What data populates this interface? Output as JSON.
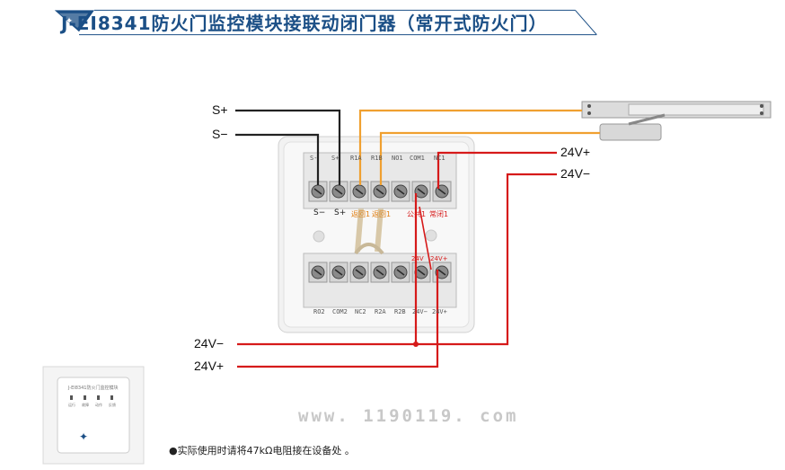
{
  "title": "J-EI8341防火门监控模块接联动闭门器（常开式防火门）",
  "wires": {
    "s_plus": "S+",
    "s_minus": "S−",
    "v24_plus_top": "24V+",
    "v24_minus_top": "24V−",
    "v24_minus_bottom": "24V−",
    "v24_plus_bottom": "24V+"
  },
  "top_terminals": {
    "silk": [
      "S-",
      "S+",
      "R1A",
      "R1B",
      "NO1",
      "COM1",
      "NC1"
    ],
    "labels": [
      "S−",
      "S+",
      "返回1",
      "返回1",
      "公共1",
      "常闭1"
    ]
  },
  "bottom_terminals": {
    "silk": [
      "RO2",
      "COM2",
      "NC2",
      "R2A",
      "R2B",
      "24V−",
      "24V+"
    ],
    "labels": [
      "24V",
      "24V+"
    ]
  },
  "thumbnail": {
    "caption": "J-EI8341防火门监控模块",
    "leds": [
      "运行",
      "故障",
      "动作",
      "反馈"
    ]
  },
  "watermark": "www. 1190119. com",
  "note": "●实际使用时请将47kΩ电阻接在设备处 。",
  "colors": {
    "title": "#1b4f86",
    "wire_black": "#222222",
    "wire_orange": "#f0a030",
    "wire_red": "#d61a1a"
  }
}
